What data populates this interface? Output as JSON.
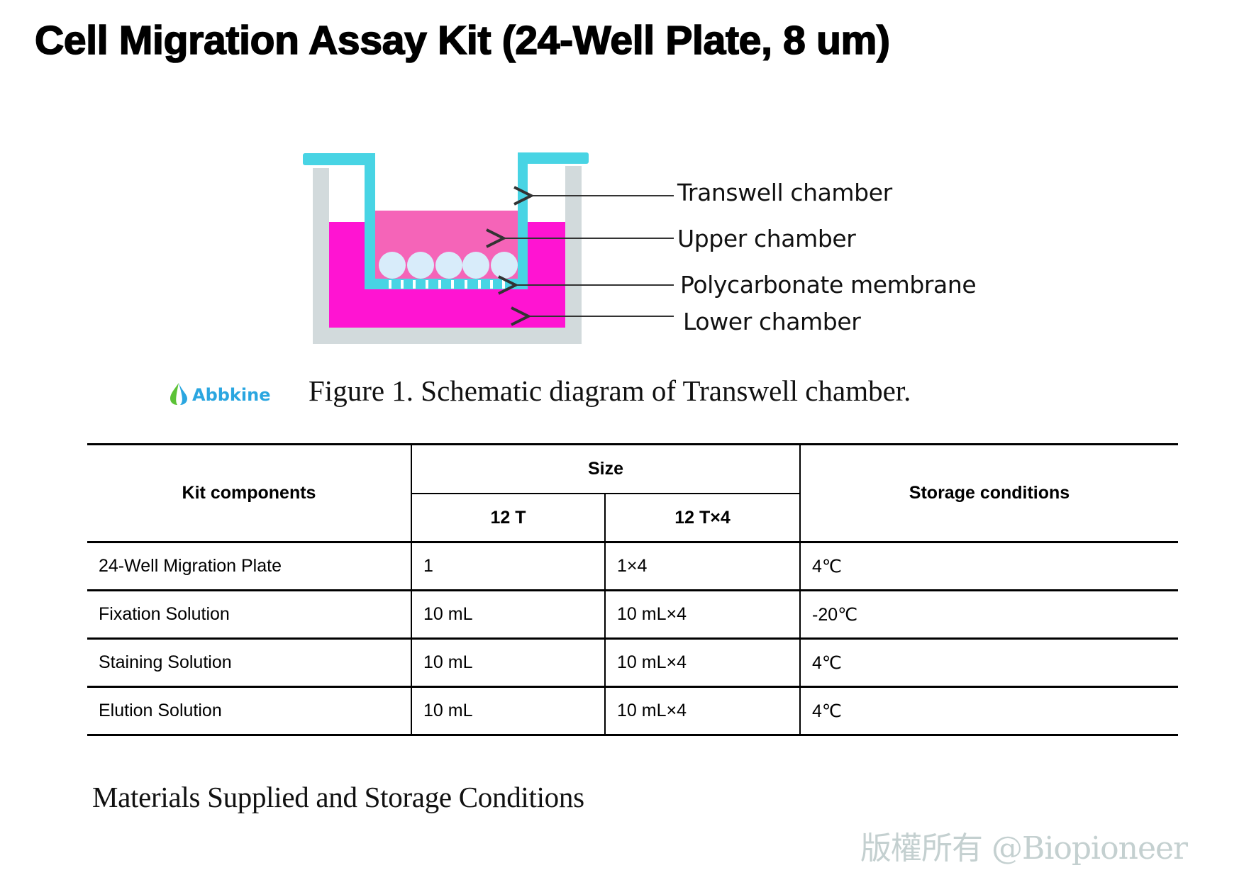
{
  "title": "Cell Migration Assay Kit (24-Well Plate, 8 um)",
  "figure": {
    "labels": {
      "transwell": "Transwell chamber",
      "upper": "Upper chamber",
      "membrane": "Polycarbonate membrane",
      "lower": "Lower chamber"
    },
    "colors": {
      "insert": "#48d4e4",
      "outer_well": "#d2dadc",
      "lower_medium": "#ff14d2",
      "upper_medium": "#f564b8",
      "cells": "#d8ecfa"
    },
    "logo_text": "Abbkine",
    "caption": "Figure 1. Schematic diagram of Transwell chamber."
  },
  "table": {
    "headers": {
      "components": "Kit components",
      "size": "Size",
      "size_12t": "12 T",
      "size_12tx4": "12 T×4",
      "storage": "Storage conditions"
    },
    "rows": [
      {
        "component": "24-Well Migration Plate",
        "size_12t": "1",
        "size_12tx4": "1×4",
        "storage": "4℃"
      },
      {
        "component": "Fixation Solution",
        "size_12t": "10 mL",
        "size_12tx4": "10 mL×4",
        "storage": "-20℃"
      },
      {
        "component": "Staining Solution",
        "size_12t": "10 mL",
        "size_12tx4": "10 mL×4",
        "storage": "4℃"
      },
      {
        "component": "Elution Solution",
        "size_12t": "10 mL",
        "size_12tx4": "10 mL×4",
        "storage": "4℃"
      }
    ],
    "caption": "Materials Supplied and Storage Conditions"
  },
  "watermark": "版權所有 @Biopioneer"
}
